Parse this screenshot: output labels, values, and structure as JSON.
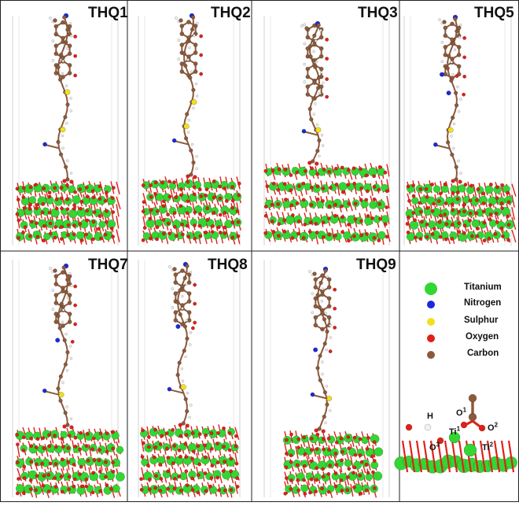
{
  "panels": [
    {
      "label": "THQ1"
    },
    {
      "label": "THQ2"
    },
    {
      "label": "THQ3"
    },
    {
      "label": "THQ5"
    },
    {
      "label": "THQ7"
    },
    {
      "label": "THQ8"
    },
    {
      "label": "THQ9"
    }
  ],
  "legend": [
    {
      "label": "Titanium",
      "color": "#33d633"
    },
    {
      "label": "Nitrogen",
      "color": "#1a2ad8"
    },
    {
      "label": "Sulphur",
      "color": "#f0e020"
    },
    {
      "label": "Oxygen",
      "color": "#e0201a"
    },
    {
      "label": "Carbon",
      "color": "#8b5a3c"
    }
  ],
  "inset_labels": {
    "h": "H",
    "o1": "O",
    "o1_sup": "1",
    "o2": "O",
    "o2_sup": "2",
    "o3": "O",
    "o3_sup": "3",
    "ti1": "Ti",
    "ti1_sup": "1",
    "ti2": "Ti",
    "ti2_sup": "2"
  },
  "colors": {
    "titanium": "#33d633",
    "oxygen": "#e0201a",
    "carbon": "#8b5a3c",
    "nitrogen": "#1a2ad8",
    "sulphur": "#f0e020",
    "hydrogen": "#f2f2f2",
    "bond": "#8b5a3c",
    "frame": "#222222"
  }
}
